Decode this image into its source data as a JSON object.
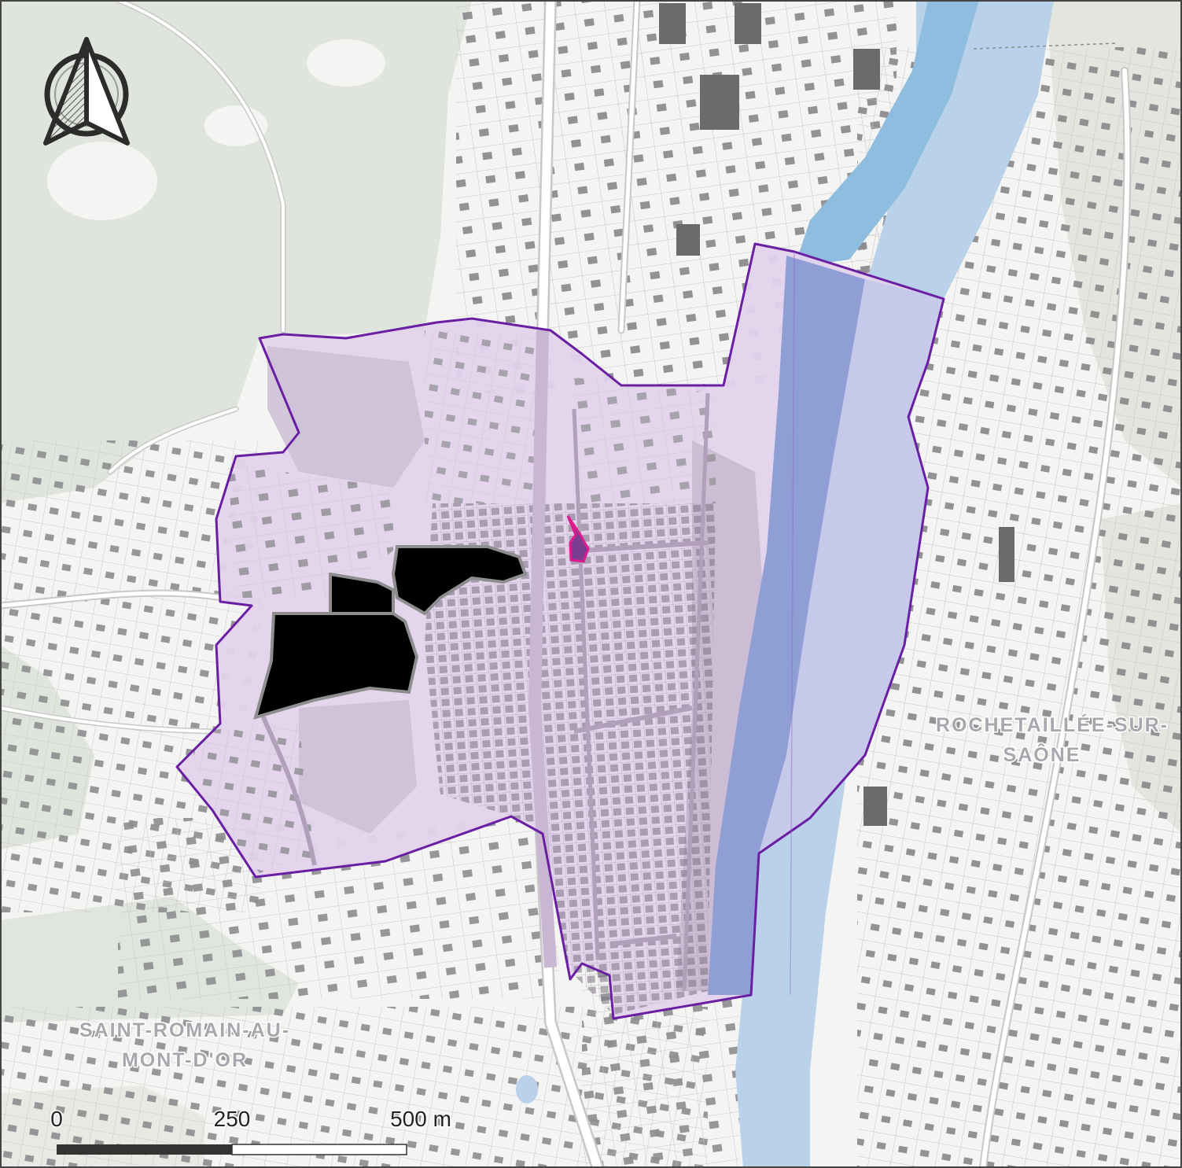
{
  "map": {
    "places": {
      "left": {
        "line1": "SAINT-ROMAIN-AU-",
        "line2": "MONT-D'OR"
      },
      "right": {
        "line1": "ROCHETAILLÉE-SUR-",
        "line2": "SAÔNE"
      }
    },
    "scale_bar": {
      "ticks": [
        "0",
        "250",
        "500 m"
      ]
    },
    "north_arrow": "north-arrow-icon",
    "colors": {
      "background": "#f4f4f3",
      "vegetation": "#dfe4dc",
      "river_outer": "#b9d2e9",
      "river_main": "#8fbde0",
      "study_area_fill": "#e3d3ec",
      "study_area_outline": "#6a1fa3",
      "built_heritage_zone": "#cdbfd3",
      "river_zone": "#8f9fd6",
      "river_zone_light": "#c7c9ea",
      "excluded_parcels": "#000000",
      "highlight_building": "#e0198f"
    }
  }
}
